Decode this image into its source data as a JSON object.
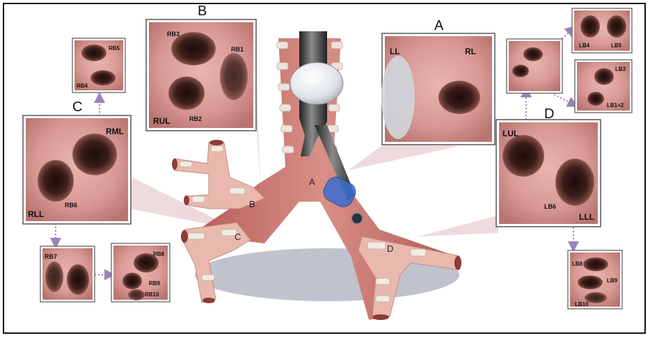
{
  "panels": {
    "A": {
      "title": "A",
      "left_label": "LL",
      "right_label": "RL"
    },
    "B": {
      "title": "B",
      "labels": [
        "RB3",
        "RB1",
        "RUL",
        "RB2"
      ]
    },
    "C": {
      "title": "C",
      "labels": [
        "RML",
        "RLL",
        "RB6"
      ]
    },
    "D": {
      "title": "D",
      "labels": [
        "LUL",
        "LB6",
        "LLL"
      ]
    }
  },
  "sub_panels": {
    "rb5_rb4": [
      "RB5",
      "RB4"
    ],
    "rb7": [
      "RB7"
    ],
    "rb8_10": [
      "RB8",
      "RB9",
      "RB10"
    ],
    "lb4_lb5": [
      "LB4",
      "LB5"
    ],
    "lb3_lb12": [
      "LB3",
      "LB1+2"
    ],
    "lb8_10": [
      "LB8",
      "LB9",
      "LB10"
    ]
  },
  "tree_letters": [
    "A",
    "B",
    "C",
    "D"
  ],
  "colors": {
    "mucosa": "#d99a96",
    "mucosa_dark": "#7a3a34",
    "lumen": "#2b1512",
    "trachea": "#e2b0a6",
    "cartilage": "#ece4dc",
    "connector": "#e8cdd0",
    "arrow": "#9a84b8",
    "balloon_blue": "#3b6fd0"
  }
}
